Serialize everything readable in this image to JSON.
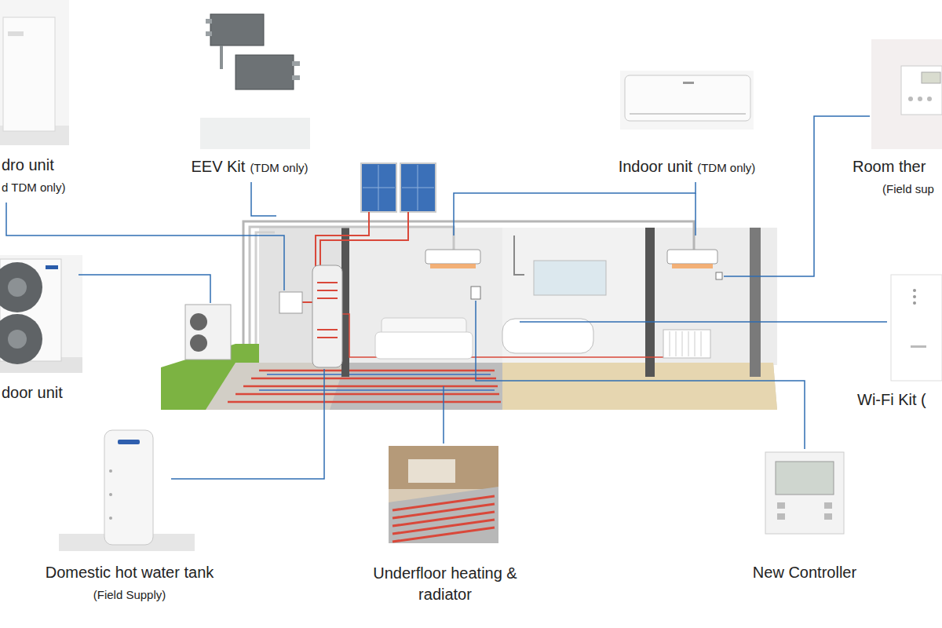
{
  "diagram": {
    "nodes": [
      {
        "text": [
          "dro unit",
          "d TDM only)"
        ]
      },
      {
        "text": [
          "EEV Kit",
          "(TDM only)"
        ]
      },
      {
        "text": [
          "Indoor unit",
          "(TDM only)"
        ]
      },
      {
        "text": [
          "Room ther",
          "(Field sup"
        ]
      },
      {
        "text": [
          "door unit"
        ]
      },
      {
        "text": [
          "Wi-Fi Kit ("
        ]
      },
      {
        "text": [
          "Domestic hot water tank",
          "(Field Supply)"
        ]
      },
      {
        "text": [
          "Underfloor heating & radiator"
        ]
      },
      {
        "text": [
          "New Controller"
        ]
      }
    ]
  }
}
